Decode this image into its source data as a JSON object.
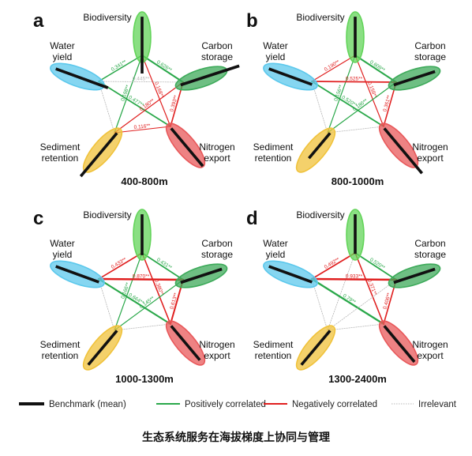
{
  "services": {
    "biodiversity": [
      "Biodiversity"
    ],
    "carbon": [
      "Carbon",
      "storage"
    ],
    "water": [
      "Water",
      "yield"
    ],
    "sediment": [
      "Sediment",
      "retention"
    ],
    "nitrogen": [
      "Nitrogen",
      "export"
    ]
  },
  "colors": {
    "biodiversity": "#63d45a",
    "carbon": "#3daa5a",
    "water": "#5cc8ec",
    "sediment": "#f0c23a",
    "nitrogen": "#e8585a",
    "positive": "#2aa84a",
    "negative": "#e02020",
    "irrelevant": "#b8b8b8",
    "benchmark": "#111111"
  },
  "legend": {
    "benchmark": "Benchmark (mean)",
    "positive": "Positively correlated",
    "negative": "Negatively correlated",
    "irrelevant": "Irrelevant"
  },
  "caption": "生态系统服务在海拔梯度上协同与管理",
  "panels": [
    {
      "letter": "a",
      "range": "400-800m",
      "benchmark_ratio": {
        "biodiversity": 1.32,
        "carbon": 1.35,
        "water": 1.15,
        "sediment": 1.2,
        "nitrogen": 1.05
      },
      "edges": [
        {
          "from": "biodiversity",
          "to": "water",
          "type": "positive",
          "label": "0.341**"
        },
        {
          "from": "biodiversity",
          "to": "carbon",
          "type": "positive",
          "label": "0.626**"
        },
        {
          "from": "biodiversity",
          "to": "sediment",
          "type": "positive",
          "label": "0.198**"
        },
        {
          "from": "biodiversity",
          "to": "nitrogen",
          "type": "negative",
          "label": "0.168**"
        },
        {
          "from": "water",
          "to": "carbon",
          "type": "irrelevant",
          "label": "0.445**"
        },
        {
          "from": "water",
          "to": "sediment",
          "type": "irrelevant",
          "label": ""
        },
        {
          "from": "water",
          "to": "nitrogen",
          "type": "positive",
          "label": "0.477**"
        },
        {
          "from": "carbon",
          "to": "sediment",
          "type": "negative",
          "label": "0.180**"
        },
        {
          "from": "carbon",
          "to": "nitrogen",
          "type": "negative",
          "label": "0.393**"
        },
        {
          "from": "sediment",
          "to": "nitrogen",
          "type": "negative",
          "label": "0.116**"
        }
      ]
    },
    {
      "letter": "b",
      "range": "800-1000m",
      "benchmark_ratio": {
        "biodiversity": 0.95,
        "carbon": 0.95,
        "water": 0.95,
        "sediment": 0.7,
        "nitrogen": 1.25
      },
      "edges": [
        {
          "from": "biodiversity",
          "to": "water",
          "type": "negative",
          "label": "0.190**"
        },
        {
          "from": "biodiversity",
          "to": "carbon",
          "type": "positive",
          "label": "0.609**"
        },
        {
          "from": "biodiversity",
          "to": "sediment",
          "type": "positive",
          "label": "0.156**"
        },
        {
          "from": "biodiversity",
          "to": "nitrogen",
          "type": "negative",
          "label": "0.159**"
        },
        {
          "from": "water",
          "to": "carbon",
          "type": "negative",
          "label": "0.525**"
        },
        {
          "from": "water",
          "to": "sediment",
          "type": "irrelevant",
          "label": ""
        },
        {
          "from": "water",
          "to": "nitrogen",
          "type": "positive",
          "label": "0.520**"
        },
        {
          "from": "carbon",
          "to": "sediment",
          "type": "positive",
          "label": "0.186**"
        },
        {
          "from": "carbon",
          "to": "nitrogen",
          "type": "negative",
          "label": "0.361**"
        },
        {
          "from": "sediment",
          "to": "nitrogen",
          "type": "irrelevant",
          "label": ""
        }
      ]
    },
    {
      "letter": "c",
      "range": "1000-1300m",
      "benchmark_ratio": {
        "biodiversity": 0.95,
        "carbon": 0.95,
        "water": 0.95,
        "sediment": 0.95,
        "nitrogen": 0.95
      },
      "edges": [
        {
          "from": "biodiversity",
          "to": "water",
          "type": "negative",
          "label": "0.433**"
        },
        {
          "from": "biodiversity",
          "to": "carbon",
          "type": "positive",
          "label": "0.431**"
        },
        {
          "from": "biodiversity",
          "to": "sediment",
          "type": "positive",
          "label": "0.166**"
        },
        {
          "from": "biodiversity",
          "to": "nitrogen",
          "type": "negative",
          "label": "0.380**"
        },
        {
          "from": "water",
          "to": "carbon",
          "type": "negative",
          "label": "0.870**"
        },
        {
          "from": "water",
          "to": "sediment",
          "type": "irrelevant",
          "label": ""
        },
        {
          "from": "water",
          "to": "nitrogen",
          "type": "positive",
          "label": "0.664**"
        },
        {
          "from": "carbon",
          "to": "sediment",
          "type": "positive",
          "label": "0.145**"
        },
        {
          "from": "carbon",
          "to": "nitrogen",
          "type": "negative",
          "label": "0.613**"
        },
        {
          "from": "sediment",
          "to": "nitrogen",
          "type": "irrelevant",
          "label": ""
        }
      ]
    },
    {
      "letter": "d",
      "range": "1300-2400m",
      "benchmark_ratio": {
        "biodiversity": 0.92,
        "carbon": 0.95,
        "water": 0.95,
        "sediment": 0.95,
        "nitrogen": 1.0
      },
      "edges": [
        {
          "from": "biodiversity",
          "to": "water",
          "type": "negative",
          "label": "0.492**"
        },
        {
          "from": "biodiversity",
          "to": "carbon",
          "type": "positive",
          "label": "0.520**"
        },
        {
          "from": "biodiversity",
          "to": "sediment",
          "type": "irrelevant",
          "label": ""
        },
        {
          "from": "biodiversity",
          "to": "nitrogen",
          "type": "negative",
          "label": "0.371**"
        },
        {
          "from": "water",
          "to": "carbon",
          "type": "negative",
          "label": "0.933**"
        },
        {
          "from": "water",
          "to": "sediment",
          "type": "irrelevant",
          "label": ""
        },
        {
          "from": "water",
          "to": "nitrogen",
          "type": "positive",
          "label": "0.79**"
        },
        {
          "from": "carbon",
          "to": "sediment",
          "type": "irrelevant",
          "label": ""
        },
        {
          "from": "carbon",
          "to": "nitrogen",
          "type": "negative",
          "label": "0.406**"
        },
        {
          "from": "sediment",
          "to": "nitrogen",
          "type": "irrelevant",
          "label": ""
        }
      ]
    }
  ]
}
